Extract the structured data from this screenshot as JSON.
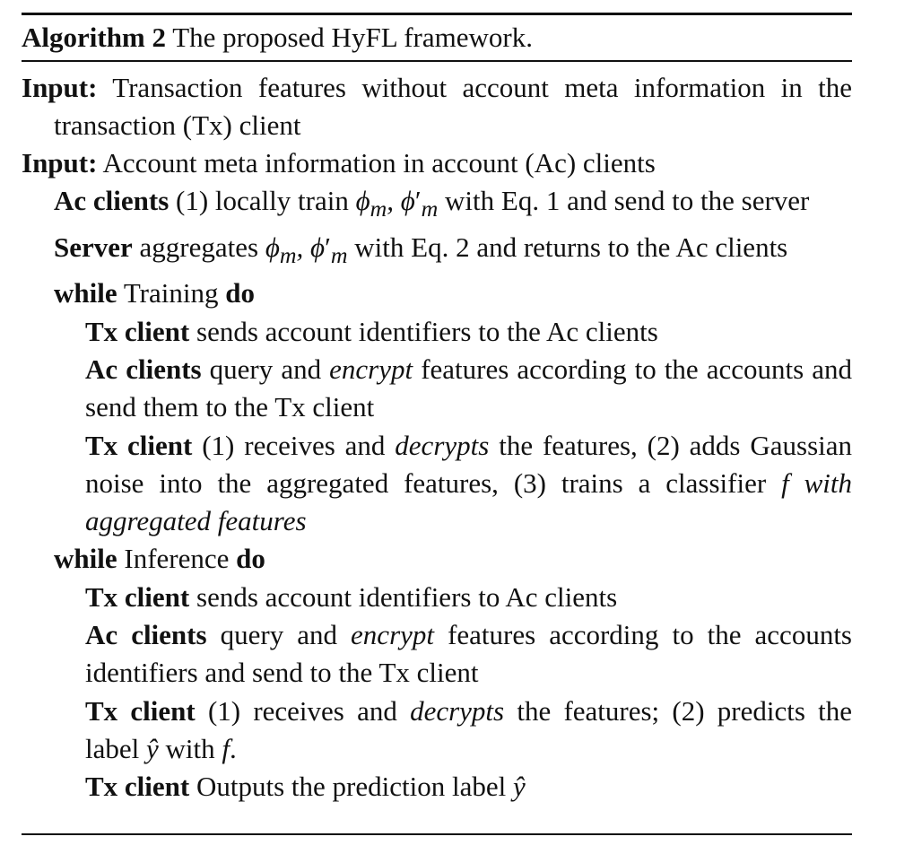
{
  "caption": {
    "label": "Algorithm 2",
    "title": "The proposed HyFL framework."
  },
  "inputs": [
    {
      "keyword": "Input:",
      "text": "Transaction features without account meta information in the transaction (Tx) client"
    },
    {
      "keyword": "Input:",
      "text": "Account meta information in account (Ac) clients"
    }
  ],
  "setup": {
    "ac_line": {
      "actor": "Ac clients",
      "pre": "(1) locally train",
      "math1": "ϕ",
      "sub": "m",
      "sep": ",",
      "math2": "ϕ",
      "prime": "′",
      "sub2": "m",
      "post": "with Eq. 1 and send to the server"
    },
    "server_line": {
      "actor": "Server",
      "pre": "aggregates",
      "math1": "ϕ",
      "sub": "m",
      "sep": ",",
      "math2": "ϕ",
      "prime": "′",
      "sub2": "m",
      "post": "with Eq. 2 and returns to the Ac clients"
    }
  },
  "training": {
    "while": "while",
    "cond": "Training",
    "do": "do",
    "steps": {
      "s1_actor": "Tx client",
      "s1_text": "sends account identifiers to the Ac clients",
      "s2_actor": "Ac clients",
      "s2_pre": "query and",
      "s2_em": "encrypt",
      "s2_post": "features according to the accounts and send them to the Tx client",
      "s3_actor": "Tx client",
      "s3_pre": "(1) receives and",
      "s3_em": "decrypts",
      "s3_mid": "the features, (2) adds Gaussian noise into the aggregated features, (3) trains a classifier",
      "s3_math": "f",
      "s3_em2": "with aggregated features"
    }
  },
  "inference": {
    "while": "while",
    "cond": "Inference",
    "do": "do",
    "steps": {
      "s1_actor": "Tx client",
      "s1_text": "sends account identifiers to Ac clients",
      "s2_actor": "Ac clients",
      "s2_pre": "query and",
      "s2_em": "encrypt",
      "s2_post": "features according to the accounts identifiers and send to the Tx client",
      "s3_actor": "Tx client",
      "s3_pre": "(1) receives and",
      "s3_em": "decrypts",
      "s3_mid": "the features; (2) predicts the label",
      "s3_math": "ŷ",
      "s3_with": "with",
      "s3_math2": "f",
      "s3_end": ".",
      "s4_actor": "Tx client",
      "s4_text": "Outputs the prediction label",
      "s4_math": "ŷ"
    }
  }
}
